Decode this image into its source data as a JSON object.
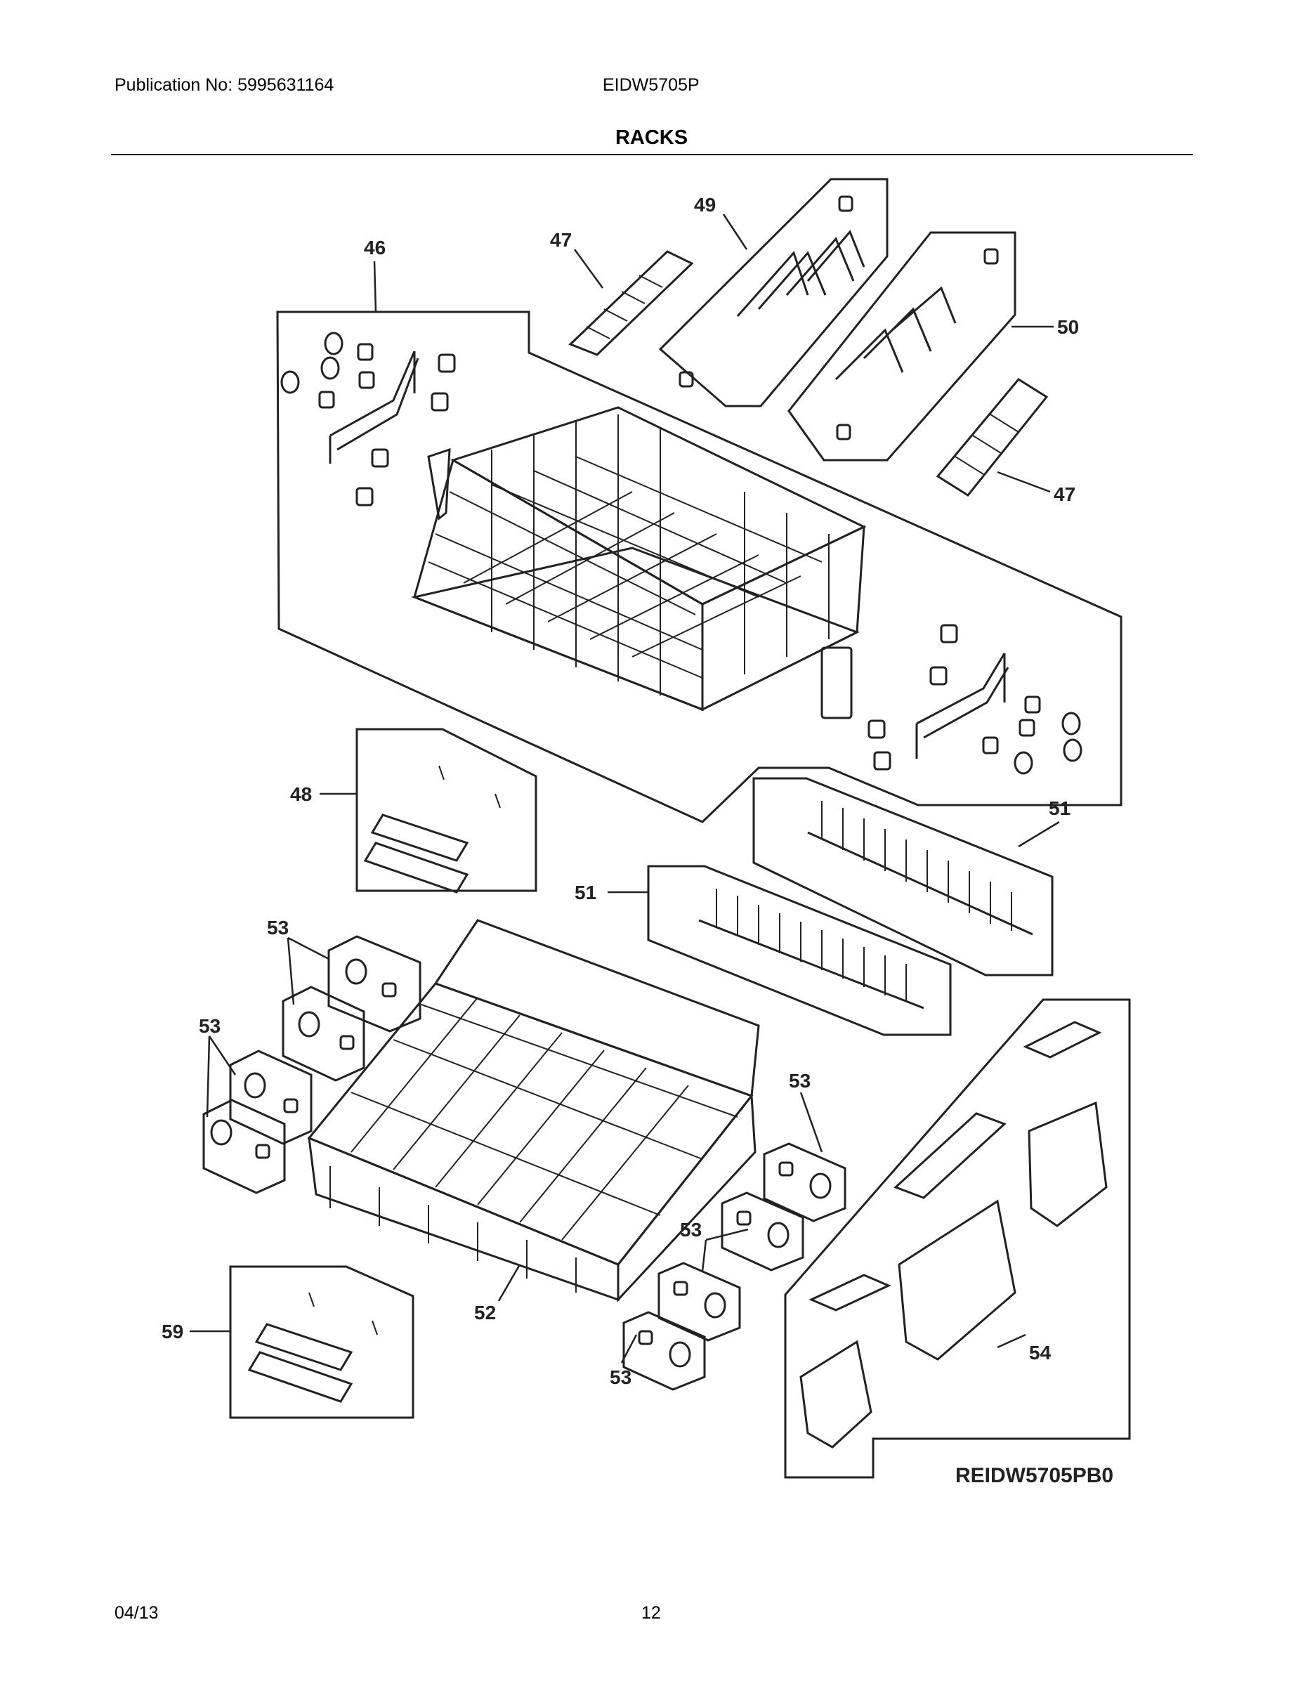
{
  "header": {
    "publication": "Publication No: 5995631164",
    "model": "EIDW5705P",
    "title": "RACKS"
  },
  "callouts": {
    "c46": "46",
    "c47a": "47",
    "c47b": "47",
    "c48": "48",
    "c49": "49",
    "c50": "50",
    "c51a": "51",
    "c51b": "51",
    "c52": "52",
    "c53a": "53",
    "c53b": "53",
    "c53c": "53",
    "c53d": "53",
    "c53e": "53",
    "c54": "54",
    "c59": "59"
  },
  "diagram_ref": "REIDW5705PB0",
  "footer": {
    "date": "04/13",
    "page": "12"
  }
}
